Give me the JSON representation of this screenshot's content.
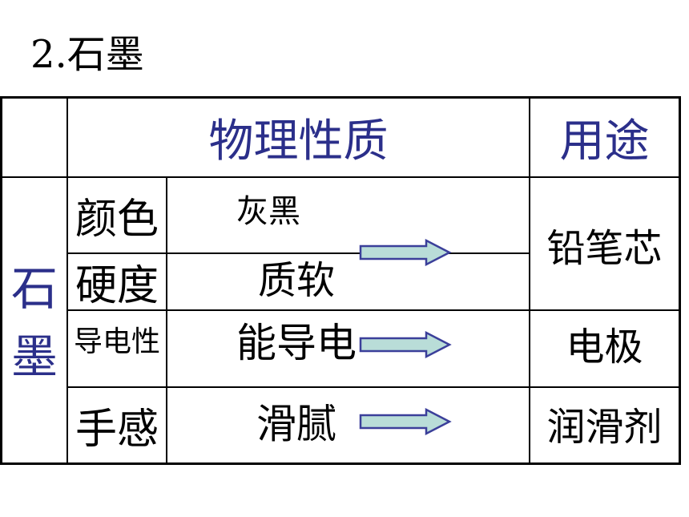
{
  "heading": "2.石墨",
  "header": {
    "physical_properties": "物理性质",
    "uses": "用途"
  },
  "material": {
    "char1": "石",
    "char2": "墨"
  },
  "rows": [
    {
      "property": "颜色",
      "value": "灰黑"
    },
    {
      "property": "硬度",
      "value": "质软"
    },
    {
      "property": "导电性",
      "value": "能导电"
    },
    {
      "property": "手感",
      "value": "滑腻"
    }
  ],
  "uses": {
    "pencil": "铅笔芯",
    "electrode": "电极",
    "lubricant": "润滑剂"
  },
  "colors": {
    "header_text": "#2b2f8a",
    "arrow_fill": "#b9ddd8",
    "arrow_stroke": "#3b3f9a"
  }
}
